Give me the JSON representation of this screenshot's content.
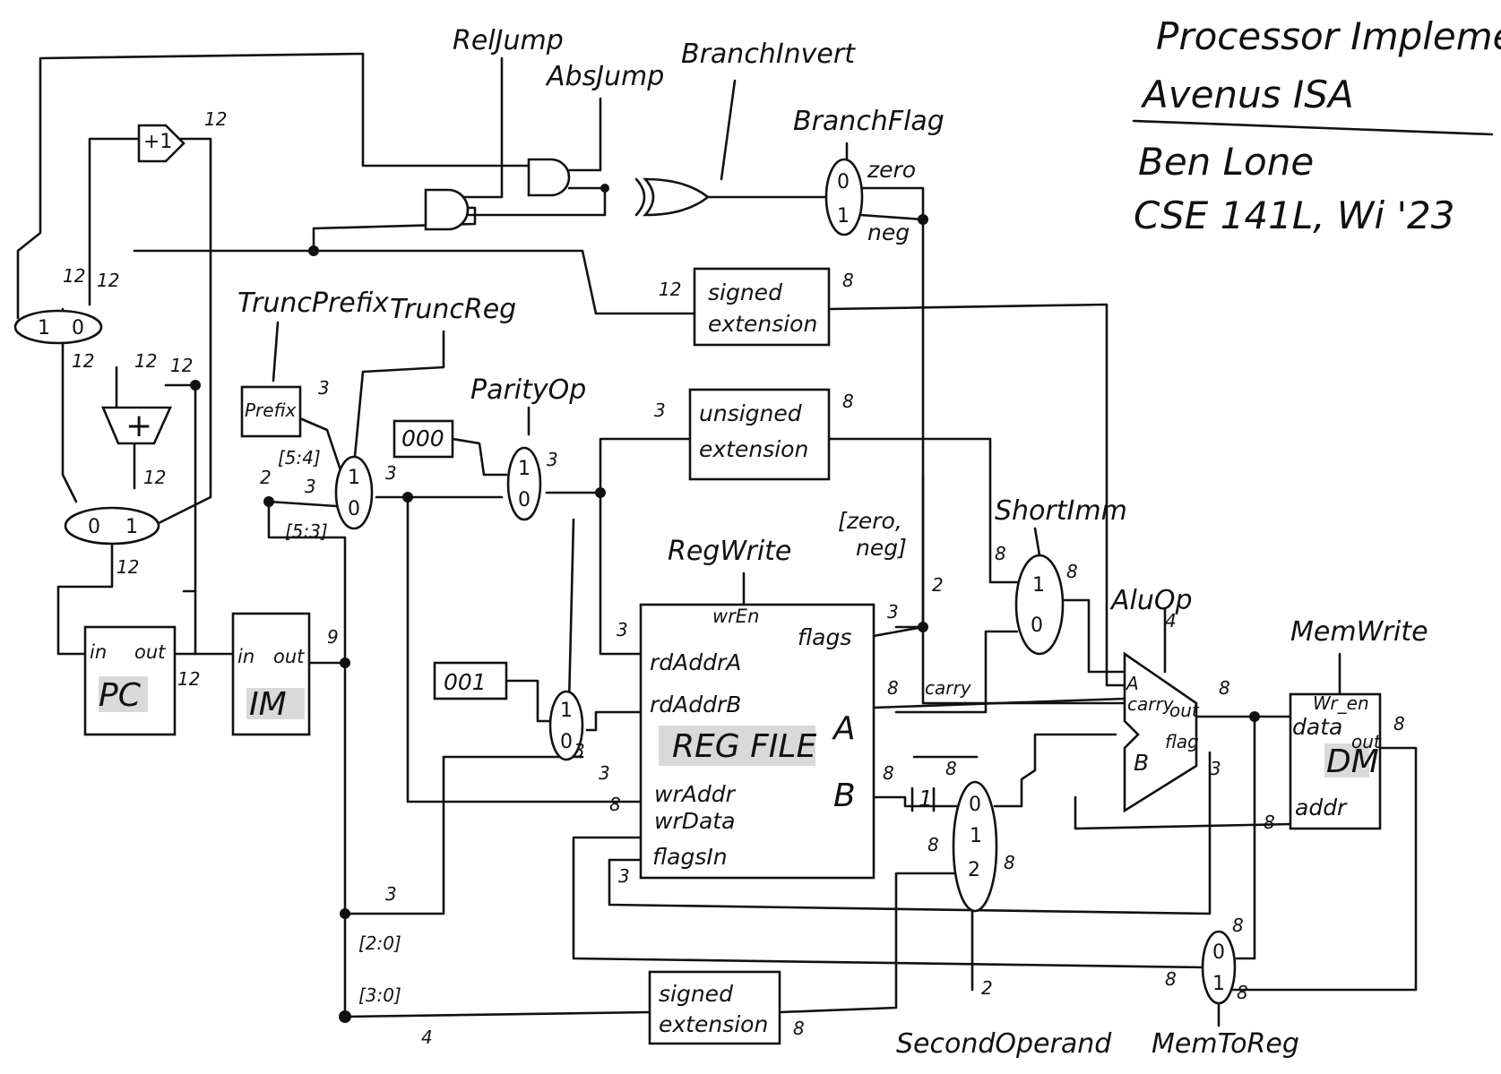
{
  "title": {
    "line1": "Processor Implementing",
    "line2": "Avenus ISA",
    "line3": "Ben Lone",
    "line4": "CSE 141L, Wi '23"
  },
  "control_signals": {
    "rel_jump": "RelJump",
    "abs_jump": "AbsJump",
    "branch_invert": "BranchInvert",
    "branch_flag": "BranchFlag",
    "trunc_prefix": "TruncPrefix",
    "trunc_reg": "TruncReg",
    "parity_op": "ParityOp",
    "reg_write": "RegWrite",
    "short_imm": "ShortImm",
    "alu_op": "AluOp",
    "mem_write": "MemWrite",
    "second_operand": "SecondOperand",
    "mem_to_reg": "MemToReg"
  },
  "components": {
    "pc": {
      "name": "PC",
      "in": "in",
      "out": "out"
    },
    "im": {
      "name": "IM",
      "in": "in",
      "out": "out"
    },
    "dm": {
      "name": "DM",
      "wr_en": "Wr_en",
      "data": "data",
      "addr": "addr",
      "out": "out"
    },
    "reg_file": {
      "name": "REG FILE",
      "wr_en": "wrEn",
      "flags": "flags",
      "rd_addr_a": "rdAddrA",
      "rd_addr_b": "rdAddrB",
      "wr_addr": "wrAddr",
      "wr_data": "wrData",
      "flags_in": "flagsIn",
      "a": "A",
      "b": "B"
    },
    "alu": {
      "a": "A",
      "b": "B",
      "carry": "carry",
      "out": "out",
      "flag": "flag"
    },
    "prefix": "Prefix",
    "plus_one": "+1",
    "adder": "+",
    "signed_ext_top": [
      "signed",
      "extension"
    ],
    "unsigned_ext": [
      "unsigned",
      "extension"
    ],
    "signed_ext_bottom": [
      "signed",
      "extension"
    ],
    "const_000": "000",
    "const_001": "001",
    "const_1": "1"
  },
  "annotations": {
    "zero": "zero",
    "neg": "neg",
    "carry": "carry",
    "flags_bracket": [
      "[zero,",
      "neg]"
    ],
    "bits_5_4": "[5:4]",
    "bits_5_3": "[5:3]",
    "bits_2_0": "[2:0]",
    "bits_3_0": "[3:0]"
  },
  "bus_widths": {
    "w12": "12",
    "w8": "8",
    "w9": "9",
    "w4": "4",
    "w3": "3",
    "w2": "2"
  },
  "mux_inputs": {
    "i0": "0",
    "i1": "1",
    "i2": "2"
  }
}
